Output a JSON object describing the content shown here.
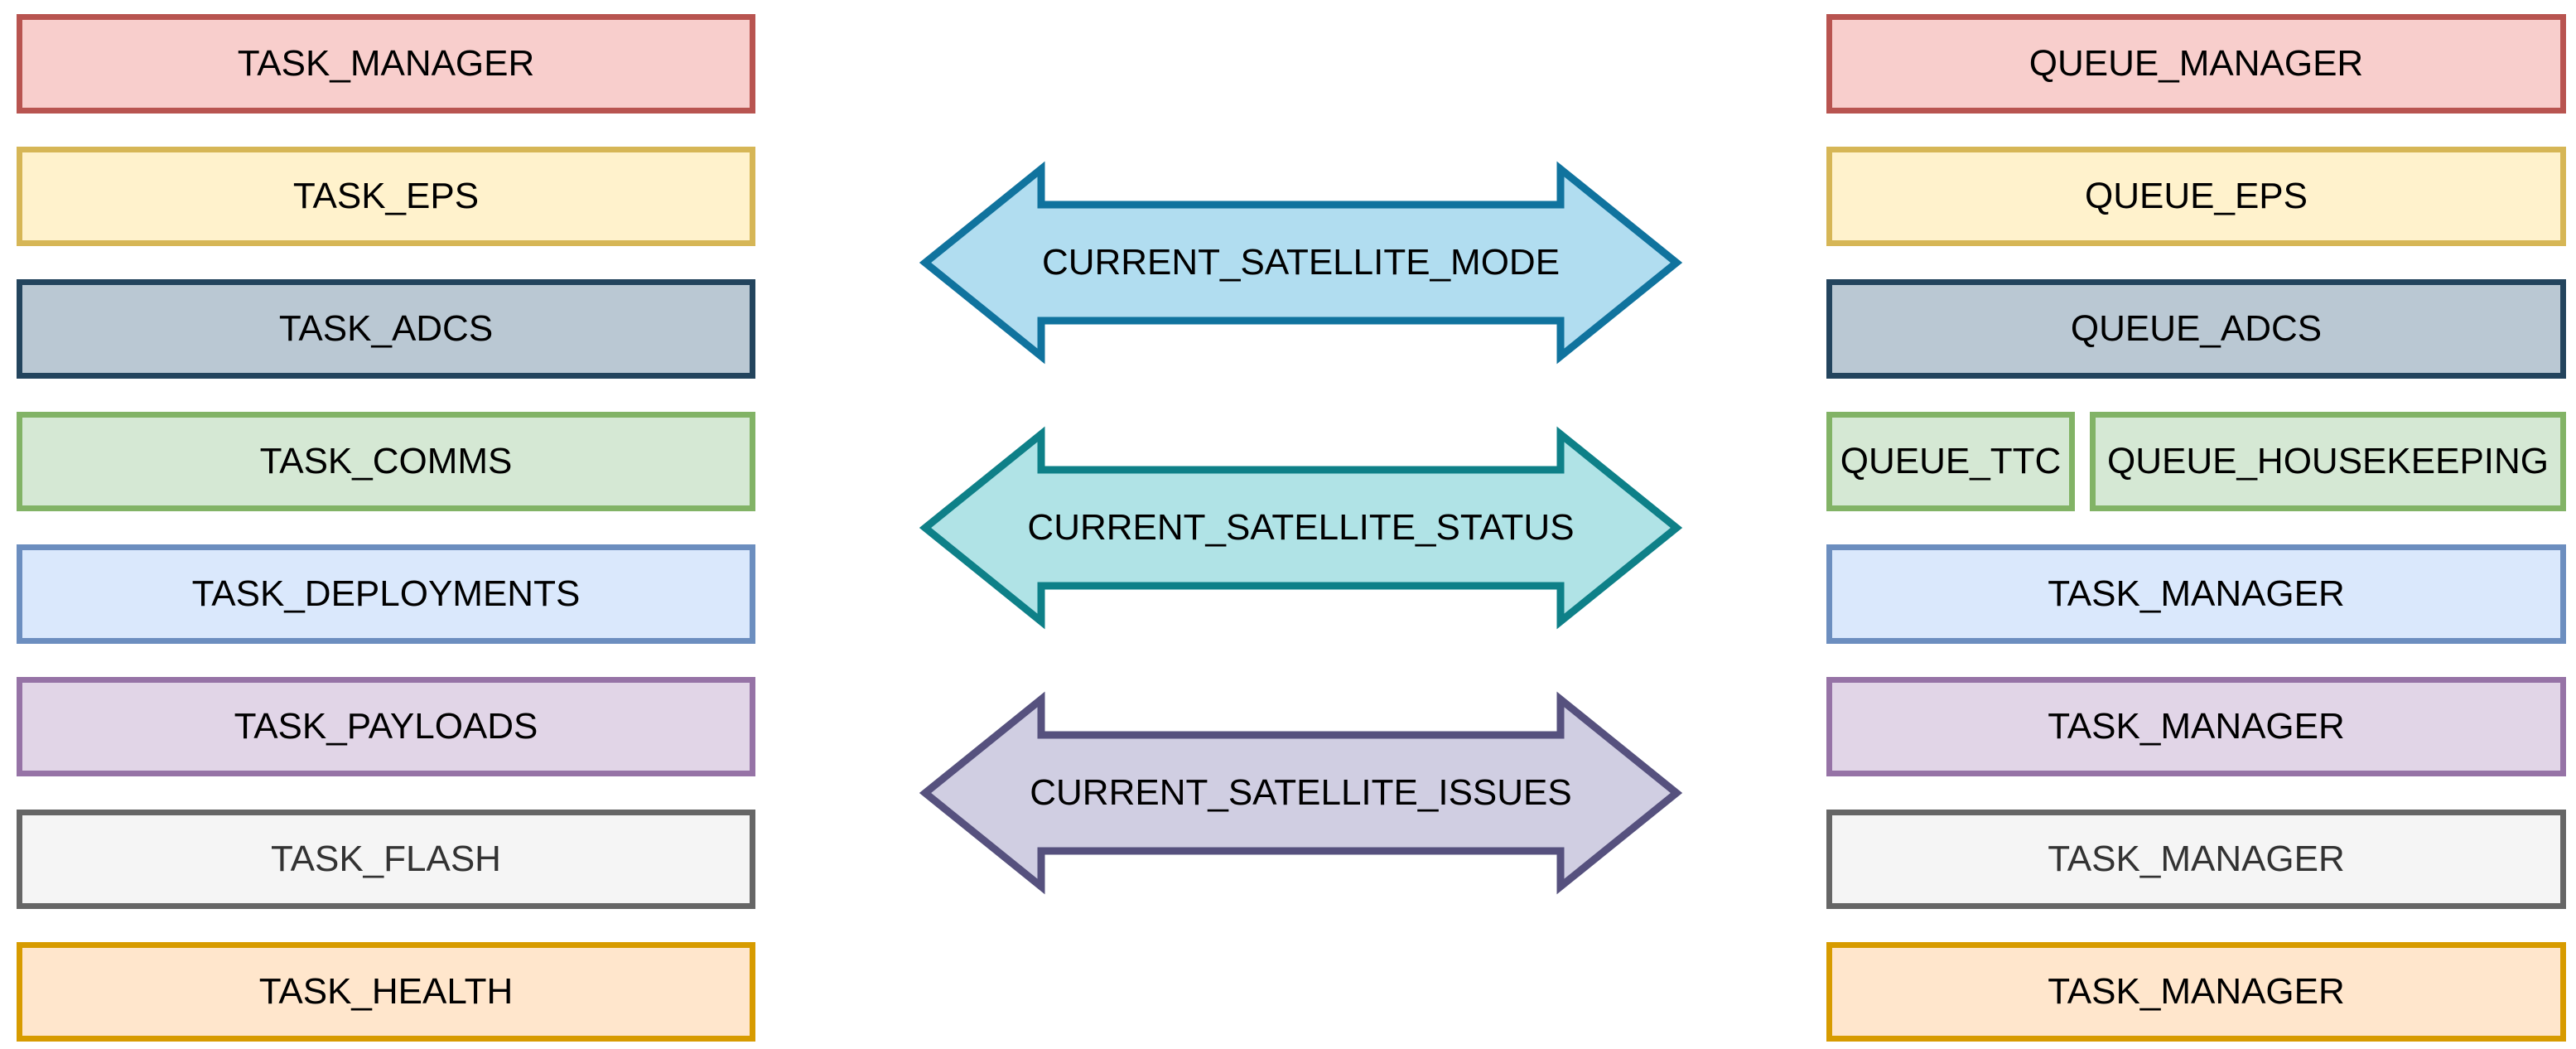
{
  "palette": {
    "red": {
      "fill": "#F8CECC",
      "stroke": "#B85450",
      "text": "#000000"
    },
    "yellow": {
      "fill": "#FFF2CC",
      "stroke": "#D6B656",
      "text": "#000000"
    },
    "blue_gray": {
      "fill": "#BAC8D3",
      "stroke": "#23445D",
      "text": "#000000"
    },
    "green": {
      "fill": "#D5E8D4",
      "stroke": "#82B366",
      "text": "#000000"
    },
    "blue": {
      "fill": "#DAE8FC",
      "stroke": "#6C8EBF",
      "text": "#000000"
    },
    "purple": {
      "fill": "#E1D5E7",
      "stroke": "#9673A6",
      "text": "#000000"
    },
    "gray": {
      "fill": "#F5F5F5",
      "stroke": "#666666",
      "text": "#333333"
    },
    "orange": {
      "fill": "#FFE6CC",
      "stroke": "#D79B00",
      "text": "#000000"
    },
    "arrow_blue": {
      "fill": "#B1DDF0",
      "stroke": "#10739E",
      "text": "#000000"
    },
    "arrow_teal": {
      "fill": "#B0E3E6",
      "stroke": "#0E8088",
      "text": "#000000"
    },
    "arrow_lavender": {
      "fill": "#D0CEE2",
      "stroke": "#56517E",
      "text": "#000000"
    }
  },
  "left_column": {
    "items": [
      {
        "label": "TASK_MANAGER",
        "color": "red"
      },
      {
        "label": "TASK_EPS",
        "color": "yellow"
      },
      {
        "label": "TASK_ADCS",
        "color": "blue_gray"
      },
      {
        "label": "TASK_COMMS",
        "color": "green"
      },
      {
        "label": "TASK_DEPLOYMENTS",
        "color": "blue"
      },
      {
        "label": "TASK_PAYLOADS",
        "color": "purple"
      },
      {
        "label": "TASK_FLASH",
        "color": "gray"
      },
      {
        "label": "TASK_HEALTH",
        "color": "orange"
      }
    ]
  },
  "right_column": {
    "items": [
      {
        "label": "QUEUE_MANAGER",
        "color": "red"
      },
      {
        "label": "QUEUE_EPS",
        "color": "yellow"
      },
      {
        "label": "QUEUE_ADCS",
        "color": "blue_gray"
      },
      {
        "label": "QUEUE_TTC",
        "color": "green"
      },
      {
        "label": "QUEUE_HOUSEKEEPING",
        "color": "green"
      },
      {
        "label": "TASK_MANAGER",
        "color": "blue"
      },
      {
        "label": "TASK_MANAGER",
        "color": "purple"
      },
      {
        "label": "TASK_MANAGER",
        "color": "gray"
      },
      {
        "label": "TASK_MANAGER",
        "color": "orange"
      }
    ]
  },
  "arrows": {
    "items": [
      {
        "label": "CURRENT_SATELLITE_MODE",
        "color": "arrow_blue"
      },
      {
        "label": "CURRENT_SATELLITE_STATUS",
        "color": "arrow_teal"
      },
      {
        "label": "CURRENT_SATELLITE_ISSUES",
        "color": "arrow_lavender"
      }
    ]
  }
}
